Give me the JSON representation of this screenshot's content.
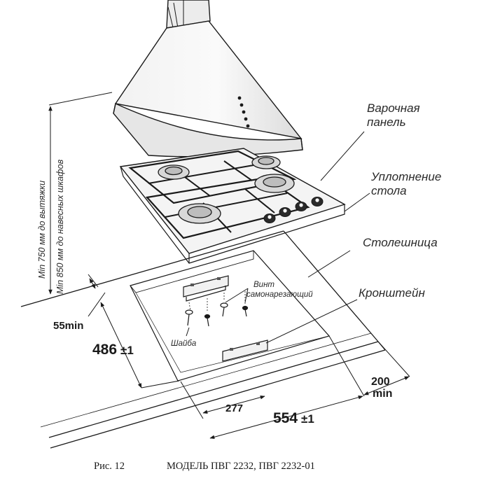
{
  "labels": {
    "cooktop_line1": "Варочная",
    "cooktop_line2": "панель",
    "seal_line1": "Уплотнение",
    "seal_line2": "стола",
    "countertop": "Столешница",
    "bracket": "Кронштейн",
    "screw_line1": "Винт",
    "screw_line2": "самонарезающий",
    "washer": "Шайба",
    "hood_vertical_1": "Min 750 мм до вытяжки",
    "hood_vertical_2": "Min 850 мм до навесных шкафов"
  },
  "dimensions": {
    "edge_min": "55min",
    "depth": "486",
    "depth_tol": "±1",
    "half_width": "277",
    "width": "554",
    "width_tol": "±1",
    "wall_min_value": "200",
    "wall_min_unit": "min"
  },
  "caption": {
    "fig": "Рис. 12",
    "model": "МОДЕЛЬ ПВГ 2232, ПВГ 2232-01"
  }
}
